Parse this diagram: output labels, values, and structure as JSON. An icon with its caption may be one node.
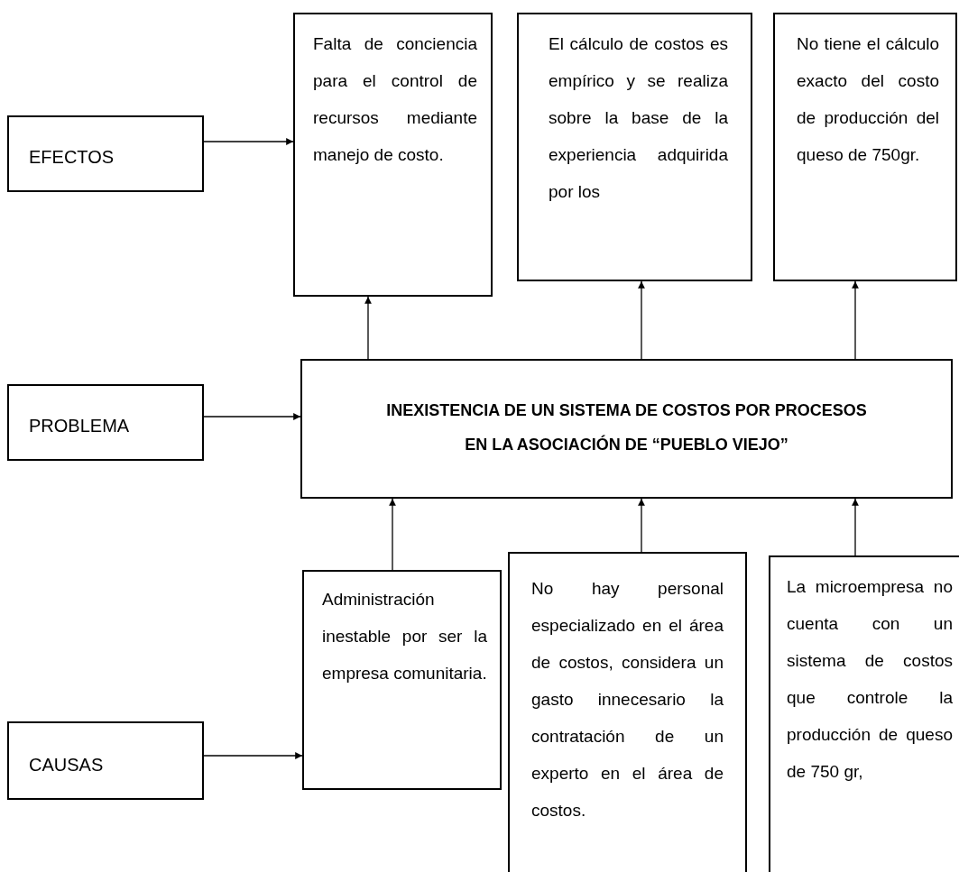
{
  "diagram": {
    "nodes": [
      {
        "text": [
          "Falta de conciencia para el control de recursos mediante manejo de costo."
        ]
      },
      {
        "text": [
          "El cálculo de costos es empírico y se realiza sobre la base de la experiencia adquirida por los"
        ]
      },
      {
        "text": [
          "No tiene el cálculo exacto del costo de producción del queso de 750gr."
        ]
      },
      {
        "text": [
          "EFECTOS"
        ]
      },
      {
        "text": [
          "PROBLEMA"
        ]
      },
      {
        "text": [
          "INEXISTENCIA DE UN SISTEMA DE COSTOS POR PROCESOS EN LA ASOCIACIÓN DE “PUEBLO VIEJO”"
        ]
      },
      {
        "text": [
          "CAUSAS"
        ]
      },
      {
        "text": [
          "Administración inestable por ser la empresa comunitaria."
        ]
      },
      {
        "text": [
          "No hay personal especializado en el área de costos, considera un gasto innecesario la contratación de un experto en el área de costos."
        ]
      },
      {
        "text": [
          "La microempresa no cuenta con un sistema de costos que controle la producción de queso de 750 gr,"
        ]
      }
    ],
    "edges": [
      {
        "from": 3,
        "to": 0,
        "arrow": "to"
      },
      {
        "from": 5,
        "to": 0,
        "arrow": "to"
      },
      {
        "from": 5,
        "to": 1,
        "arrow": "to"
      },
      {
        "from": 5,
        "to": 2,
        "arrow": "to"
      },
      {
        "from": 4,
        "to": 5,
        "arrow": "to"
      },
      {
        "from": 7,
        "to": 5,
        "arrow": "to"
      },
      {
        "from": 8,
        "to": 5,
        "arrow": "to"
      },
      {
        "from": 9,
        "to": 5,
        "arrow": "to"
      },
      {
        "from": 6,
        "to": 7,
        "arrow": "to"
      }
    ]
  }
}
